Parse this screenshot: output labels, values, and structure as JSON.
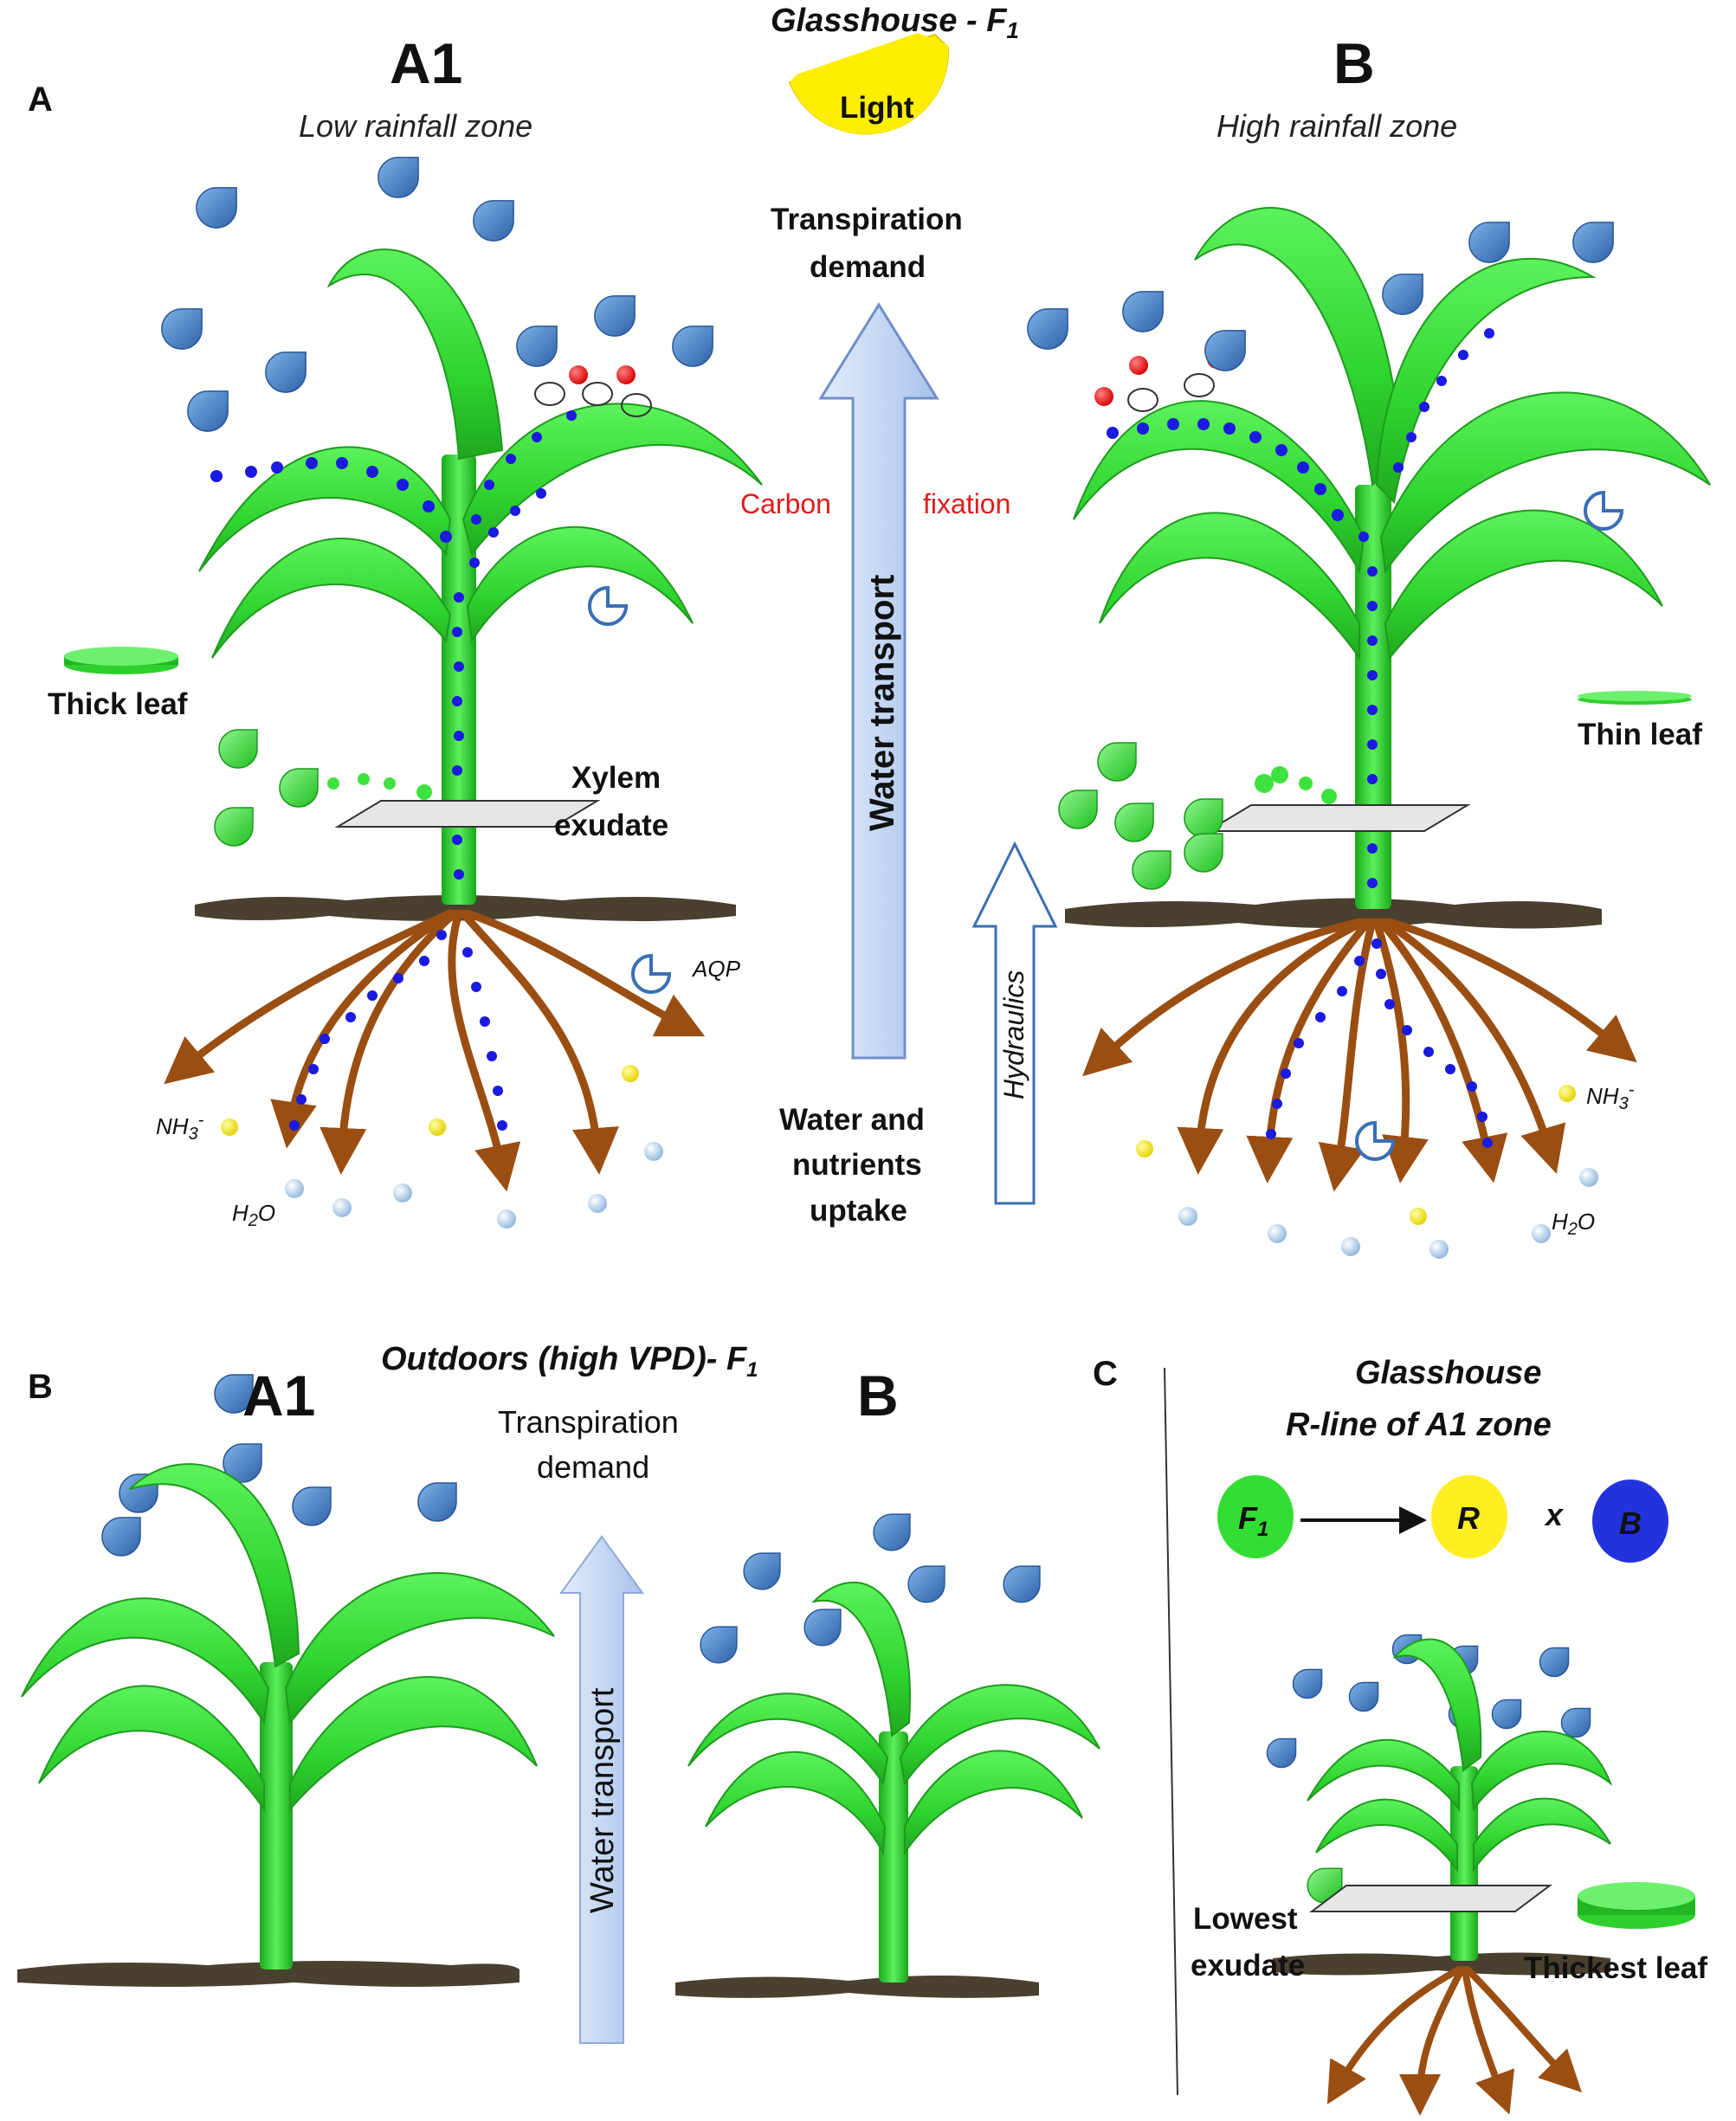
{
  "panels": {
    "A": {
      "letter": "A",
      "header": "Glasshouse - F",
      "header_sub": "1",
      "light": "Light",
      "left_plant": {
        "title": "A1",
        "zone": "Low rainfall zone"
      },
      "right_plant": {
        "title": "B",
        "zone": "High rainfall zone"
      },
      "transpiration_line1": "Transpiration",
      "transpiration_line2": "demand",
      "carbon": "Carbon",
      "fixation": "fixation",
      "water_transport": "Water transport",
      "hydraulics": "Hydraulics",
      "uptake_line1": "Water and",
      "uptake_line2": "nutrients",
      "uptake_line3": "uptake",
      "thick_leaf": "Thick leaf",
      "thin_leaf": "Thin leaf",
      "xylem_line1": "Xylem",
      "xylem_line2": "exudate",
      "aqp": "AQP",
      "nh3_left": "NH",
      "nh3_right": "NH",
      "nh3_sub": "3",
      "nh3_sup": "-",
      "h2o_left": "H",
      "h2o_right": "H",
      "h2o_sub": "2",
      "h2o_tail": "O"
    },
    "B": {
      "letter": "B",
      "header": "Outdoors (high VPD)- F",
      "header_sub": "1",
      "left_title": "A1",
      "right_title": "B",
      "transpiration_line1": "Transpiration",
      "transpiration_line2": "demand",
      "water_transport": "Water transport"
    },
    "C": {
      "letter": "C",
      "header_line1": "Glasshouse",
      "header_line2": "R-line of A1 zone",
      "node_f": "F",
      "node_f_sub": "1",
      "node_r": "R",
      "cross": "x",
      "node_b": "B",
      "lowest_line1": "Lowest",
      "lowest_line2": "exudate",
      "thickest_leaf": "Thickest leaf"
    }
  },
  "colors": {
    "leaf": "#33d633",
    "leaf_dark": "#1e9e1e",
    "droplet": "#3f7fc6",
    "root": "#9a4e12",
    "soil": "#4a4030",
    "arrow_fill": "#c8daf5",
    "arrow_stroke": "#6f8fc8",
    "red_text": "#e01b1b",
    "sun": "#ffee00",
    "node_green": "#33dd33",
    "node_yellow": "#ffee22",
    "node_blue": "#2233dd"
  }
}
